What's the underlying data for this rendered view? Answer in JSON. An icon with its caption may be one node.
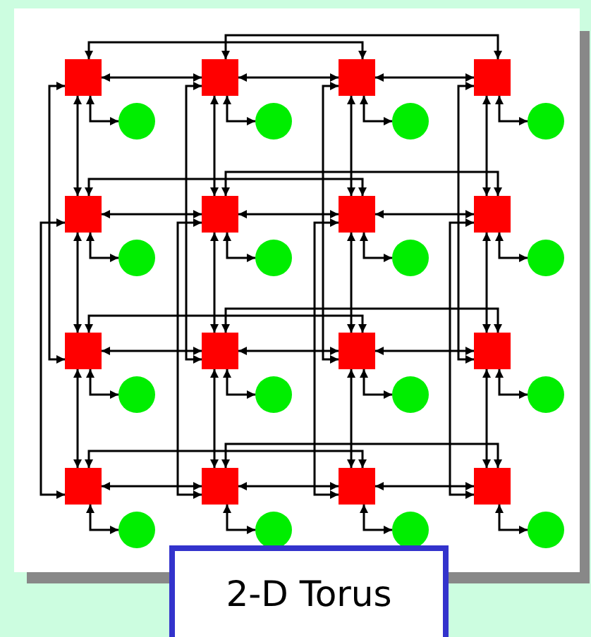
{
  "diagram": {
    "title": "2-D Torus",
    "nodes": [
      {
        "text": [],
        "shape": "box"
      },
      {
        "text": [],
        "shape": "box"
      },
      {
        "text": [],
        "shape": "box"
      },
      {
        "text": [],
        "shape": "box"
      },
      {
        "text": [],
        "shape": "circle"
      },
      {
        "text": [],
        "shape": "circle"
      },
      {
        "text": [],
        "shape": "circle"
      },
      {
        "text": [],
        "shape": "circle"
      },
      {
        "text": [],
        "shape": "box"
      },
      {
        "text": [],
        "shape": "box"
      },
      {
        "text": [],
        "shape": "box"
      },
      {
        "text": [],
        "shape": "box"
      },
      {
        "text": [],
        "shape": "circle"
      },
      {
        "text": [],
        "shape": "circle"
      },
      {
        "text": [],
        "shape": "circle"
      },
      {
        "text": [],
        "shape": "circle"
      },
      {
        "text": [],
        "shape": "box"
      },
      {
        "text": [],
        "shape": "box"
      },
      {
        "text": [],
        "shape": "box"
      },
      {
        "text": [],
        "shape": "box"
      },
      {
        "text": [],
        "shape": "circle"
      },
      {
        "text": [],
        "shape": "circle"
      },
      {
        "text": [],
        "shape": "circle"
      },
      {
        "text": [],
        "shape": "circle"
      },
      {
        "text": [],
        "shape": "box"
      },
      {
        "text": [],
        "shape": "box"
      },
      {
        "text": [],
        "shape": "box"
      },
      {
        "text": [],
        "shape": "box"
      },
      {
        "text": [],
        "shape": "circle"
      },
      {
        "text": [],
        "shape": "circle"
      },
      {
        "text": [],
        "shape": "circle"
      },
      {
        "text": [],
        "shape": "circle"
      }
    ],
    "edges": [
      {
        "from": 0,
        "to": 4,
        "arrow": "both"
      },
      {
        "from": 1,
        "to": 5,
        "arrow": "both"
      },
      {
        "from": 2,
        "to": 6,
        "arrow": "both"
      },
      {
        "from": 3,
        "to": 7,
        "arrow": "both"
      },
      {
        "from": 0,
        "to": 1,
        "arrow": "both"
      },
      {
        "from": 1,
        "to": 2,
        "arrow": "both"
      },
      {
        "from": 2,
        "to": 3,
        "arrow": "both"
      },
      {
        "from": 0,
        "to": 2,
        "arrow": "both"
      },
      {
        "from": 1,
        "to": 3,
        "arrow": "both"
      },
      {
        "from": 8,
        "to": 12,
        "arrow": "both"
      },
      {
        "from": 9,
        "to": 13,
        "arrow": "both"
      },
      {
        "from": 10,
        "to": 14,
        "arrow": "both"
      },
      {
        "from": 11,
        "to": 15,
        "arrow": "both"
      },
      {
        "from": 8,
        "to": 9,
        "arrow": "both"
      },
      {
        "from": 9,
        "to": 10,
        "arrow": "both"
      },
      {
        "from": 10,
        "to": 11,
        "arrow": "both"
      },
      {
        "from": 8,
        "to": 10,
        "arrow": "both"
      },
      {
        "from": 9,
        "to": 11,
        "arrow": "both"
      },
      {
        "from": 16,
        "to": 20,
        "arrow": "both"
      },
      {
        "from": 17,
        "to": 21,
        "arrow": "both"
      },
      {
        "from": 18,
        "to": 22,
        "arrow": "both"
      },
      {
        "from": 19,
        "to": 23,
        "arrow": "both"
      },
      {
        "from": 16,
        "to": 17,
        "arrow": "both"
      },
      {
        "from": 17,
        "to": 18,
        "arrow": "both"
      },
      {
        "from": 18,
        "to": 19,
        "arrow": "both"
      },
      {
        "from": 16,
        "to": 18,
        "arrow": "both"
      },
      {
        "from": 17,
        "to": 19,
        "arrow": "both"
      },
      {
        "from": 24,
        "to": 28,
        "arrow": "both"
      },
      {
        "from": 25,
        "to": 29,
        "arrow": "both"
      },
      {
        "from": 26,
        "to": 30,
        "arrow": "both"
      },
      {
        "from": 27,
        "to": 31,
        "arrow": "both"
      },
      {
        "from": 24,
        "to": 25,
        "arrow": "both"
      },
      {
        "from": 25,
        "to": 26,
        "arrow": "both"
      },
      {
        "from": 26,
        "to": 27,
        "arrow": "both"
      },
      {
        "from": 24,
        "to": 26,
        "arrow": "both"
      },
      {
        "from": 25,
        "to": 27,
        "arrow": "both"
      },
      {
        "from": 0,
        "to": 8,
        "arrow": "both"
      },
      {
        "from": 8,
        "to": 16,
        "arrow": "both"
      },
      {
        "from": 16,
        "to": 24,
        "arrow": "both"
      },
      {
        "from": 0,
        "to": 16,
        "arrow": "both"
      },
      {
        "from": 8,
        "to": 24,
        "arrow": "both"
      },
      {
        "from": 1,
        "to": 9,
        "arrow": "both"
      },
      {
        "from": 9,
        "to": 17,
        "arrow": "both"
      },
      {
        "from": 17,
        "to": 25,
        "arrow": "both"
      },
      {
        "from": 1,
        "to": 17,
        "arrow": "both"
      },
      {
        "from": 9,
        "to": 25,
        "arrow": "both"
      },
      {
        "from": 2,
        "to": 10,
        "arrow": "both"
      },
      {
        "from": 10,
        "to": 18,
        "arrow": "both"
      },
      {
        "from": 18,
        "to": 26,
        "arrow": "both"
      },
      {
        "from": 2,
        "to": 18,
        "arrow": "both"
      },
      {
        "from": 10,
        "to": 26,
        "arrow": "both"
      },
      {
        "from": 3,
        "to": 11,
        "arrow": "both"
      },
      {
        "from": 11,
        "to": 19,
        "arrow": "both"
      },
      {
        "from": 19,
        "to": 27,
        "arrow": "both"
      },
      {
        "from": 3,
        "to": 19,
        "arrow": "both"
      },
      {
        "from": 11,
        "to": 27,
        "arrow": "both"
      }
    ]
  }
}
